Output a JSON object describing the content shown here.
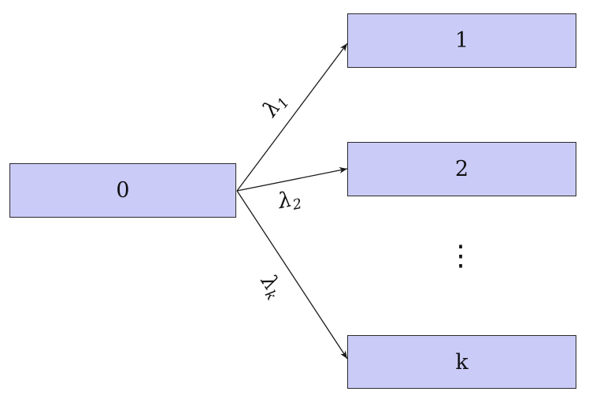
{
  "diagram": {
    "background": "#ffffff",
    "node_fill": "#cbcbf8",
    "node_border": "#2b2b2b",
    "edge_color": "#1a1a1a",
    "nodes": {
      "source": {
        "label": "0"
      },
      "target1": {
        "label": "1"
      },
      "target2": {
        "label": "2"
      },
      "targetk": {
        "label": "k"
      }
    },
    "ellipsis": "⋮",
    "edges": {
      "e1": {
        "symbol": "λ",
        "subscript": "1"
      },
      "e2": {
        "symbol": "λ",
        "subscript": "2"
      },
      "ek": {
        "symbol": "λ",
        "subscript": "k"
      }
    }
  }
}
